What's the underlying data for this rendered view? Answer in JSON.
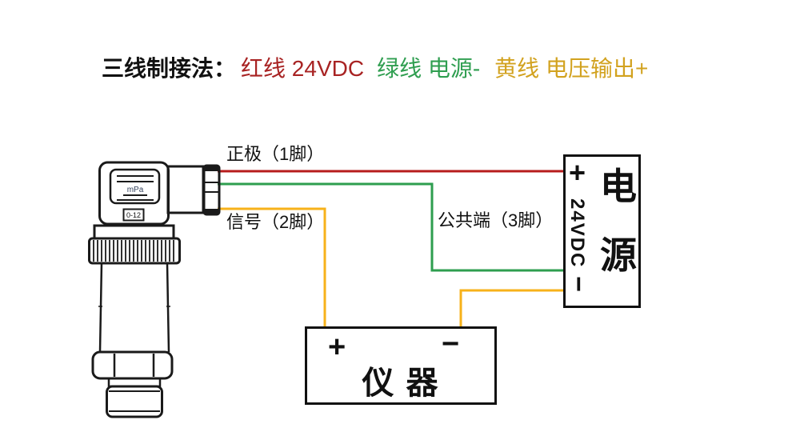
{
  "title": {
    "prefix": "三线制接法：",
    "red_segment": "红线 24VDC",
    "green_segment": "绿线 电源-",
    "yellow_segment": "黄线 电压输出+"
  },
  "wire_labels": {
    "pin1": "正极（1脚）",
    "pin2": "信号（2脚）",
    "pin3": "公共端（3脚）"
  },
  "power_box": {
    "plus": "+",
    "voltage": "24VDC",
    "minus": "−",
    "name_top": "电",
    "name_bottom": "源"
  },
  "instrument_box": {
    "plus": "+",
    "minus": "−",
    "label": "仪 器"
  },
  "sensor": {
    "display_text": "mPa",
    "range_label": "0-12"
  },
  "colors": {
    "red_wire": "#b71c1c",
    "green_wire": "#2e9e4f",
    "yellow_wire": "#f7b21a",
    "red_text": "#a82323",
    "green_text": "#2f9e50",
    "yellow_text": "#d2a21f",
    "line_art": "#1a1a1a"
  }
}
